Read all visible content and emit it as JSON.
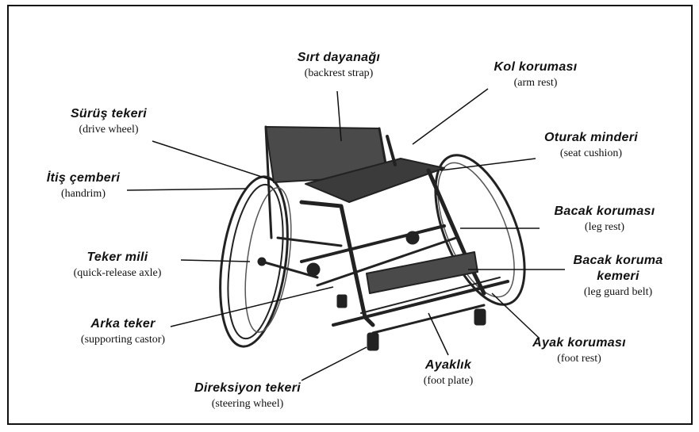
{
  "labels": {
    "backrest": {
      "tr": "Sırt dayanağı",
      "en": "(backrest strap)"
    },
    "armrest": {
      "tr": "Kol koruması",
      "en": "(arm rest)"
    },
    "drive_wheel": {
      "tr": "Sürüş tekeri",
      "en": "(drive wheel)"
    },
    "seat_cushion": {
      "tr": "Oturak minderi",
      "en": "(seat cushion)"
    },
    "handrim": {
      "tr": "İtiş çemberi",
      "en": "(handrim)"
    },
    "leg_rest": {
      "tr": "Bacak koruması",
      "en": "(leg rest)"
    },
    "axle": {
      "tr": "Teker mili",
      "en": "(quick-release axle)"
    },
    "leg_guard_belt": {
      "tr": "Bacak koruma",
      "tr2": "kemeri",
      "en": "(leg guard belt)"
    },
    "castor": {
      "tr": "Arka teker",
      "en": "(supporting castor)"
    },
    "foot_rest": {
      "tr": "Ayak koruması",
      "en": "(foot rest)"
    },
    "foot_plate": {
      "tr": "Ayaklık",
      "en": "(foot plate)"
    },
    "steering_wheel": {
      "tr": "Direksiyon tekeri",
      "en": "(steering wheel)"
    }
  }
}
